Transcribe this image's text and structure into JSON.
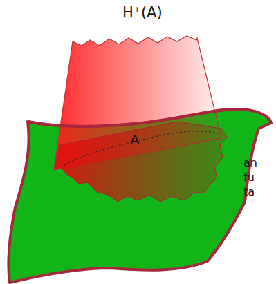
{
  "diagram": {
    "nodes": [
      {
        "text": [
          "H⁺(A)"
        ]
      },
      {
        "text": [
          "A"
        ]
      }
    ],
    "labels": [
      "an",
      "fu",
      "ta"
    ]
  }
}
